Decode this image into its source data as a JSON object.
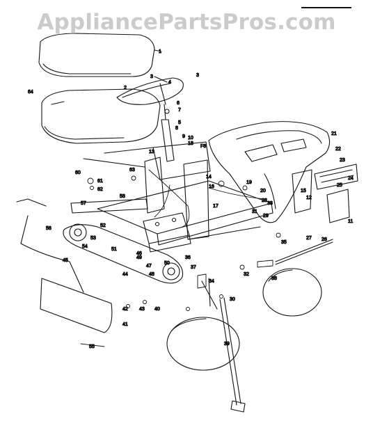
{
  "watermark": {
    "text": "AppliancePartsPros.com"
  },
  "callouts": [
    {
      "label": "1"
    },
    {
      "label": "3"
    },
    {
      "label": "3"
    },
    {
      "label": "4"
    },
    {
      "label": "6"
    },
    {
      "label": "7"
    },
    {
      "label": "8"
    },
    {
      "label": "9"
    },
    {
      "label": "10"
    },
    {
      "label": "64"
    },
    {
      "label": "13"
    },
    {
      "label": "18"
    },
    {
      "label": "F8"
    },
    {
      "label": "21"
    },
    {
      "label": "22"
    },
    {
      "label": "23"
    },
    {
      "label": "24"
    },
    {
      "label": "25"
    },
    {
      "label": "60"
    },
    {
      "label": "61"
    },
    {
      "label": "62"
    },
    {
      "label": "14"
    },
    {
      "label": "16"
    },
    {
      "label": "19"
    },
    {
      "label": "20"
    },
    {
      "label": "33"
    },
    {
      "label": "31"
    },
    {
      "label": "35"
    },
    {
      "label": "27"
    },
    {
      "label": "26"
    },
    {
      "label": "11"
    },
    {
      "label": "58"
    },
    {
      "label": "57"
    },
    {
      "label": "17"
    },
    {
      "label": "56"
    },
    {
      "label": "53"
    },
    {
      "label": "54"
    },
    {
      "label": "52"
    },
    {
      "label": "51"
    },
    {
      "label": "46"
    },
    {
      "label": "44"
    },
    {
      "label": "45"
    },
    {
      "label": "41"
    },
    {
      "label": "42"
    },
    {
      "label": "43"
    },
    {
      "label": "47"
    },
    {
      "label": "48"
    },
    {
      "label": "37"
    },
    {
      "label": "34"
    },
    {
      "label": "36"
    },
    {
      "label": "30"
    },
    {
      "label": "32"
    },
    {
      "label": "38"
    },
    {
      "label": "39"
    },
    {
      "label": "40"
    },
    {
      "label": "49"
    },
    {
      "label": "50"
    },
    {
      "label": "55"
    },
    {
      "label": "29"
    },
    {
      "label": "15"
    },
    {
      "label": "12"
    },
    {
      "label": "2"
    },
    {
      "label": "5"
    },
    {
      "label": "28"
    },
    {
      "label": "63"
    }
  ]
}
